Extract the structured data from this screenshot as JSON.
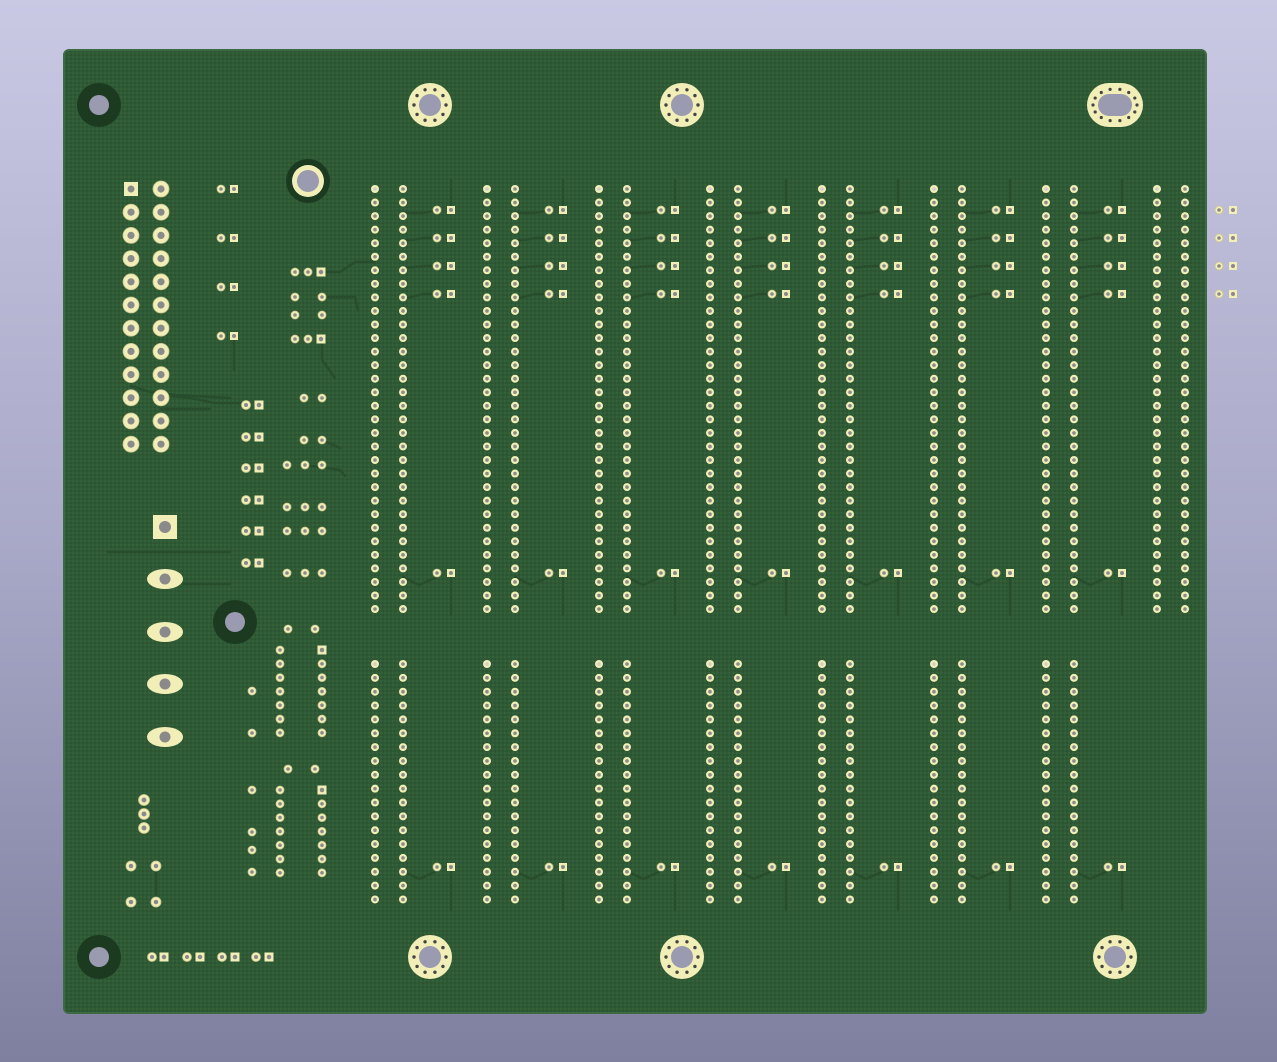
{
  "viewer": {
    "background_top": "#c9c9e4",
    "background_bottom": "#7f7f9f"
  },
  "board": {
    "substrate_color": "#2f5a35",
    "edge_color": "#3d6a43",
    "copper_color": "#f2eeb8",
    "trace_color": "#274d2c",
    "drill_color": "#8a8a8a",
    "npth_ring_color": "#1b3a20"
  },
  "components": {
    "mounting_holes_npth": 4,
    "mounting_holes_plated": 7,
    "upper_sockets": 8,
    "lower_sockets": 7,
    "pins_per_upper_socket_row": 32,
    "pins_per_lower_socket_row": 18,
    "edge_connector_pins": 24,
    "screw_terminals": 5,
    "small_header_pins": 8
  }
}
